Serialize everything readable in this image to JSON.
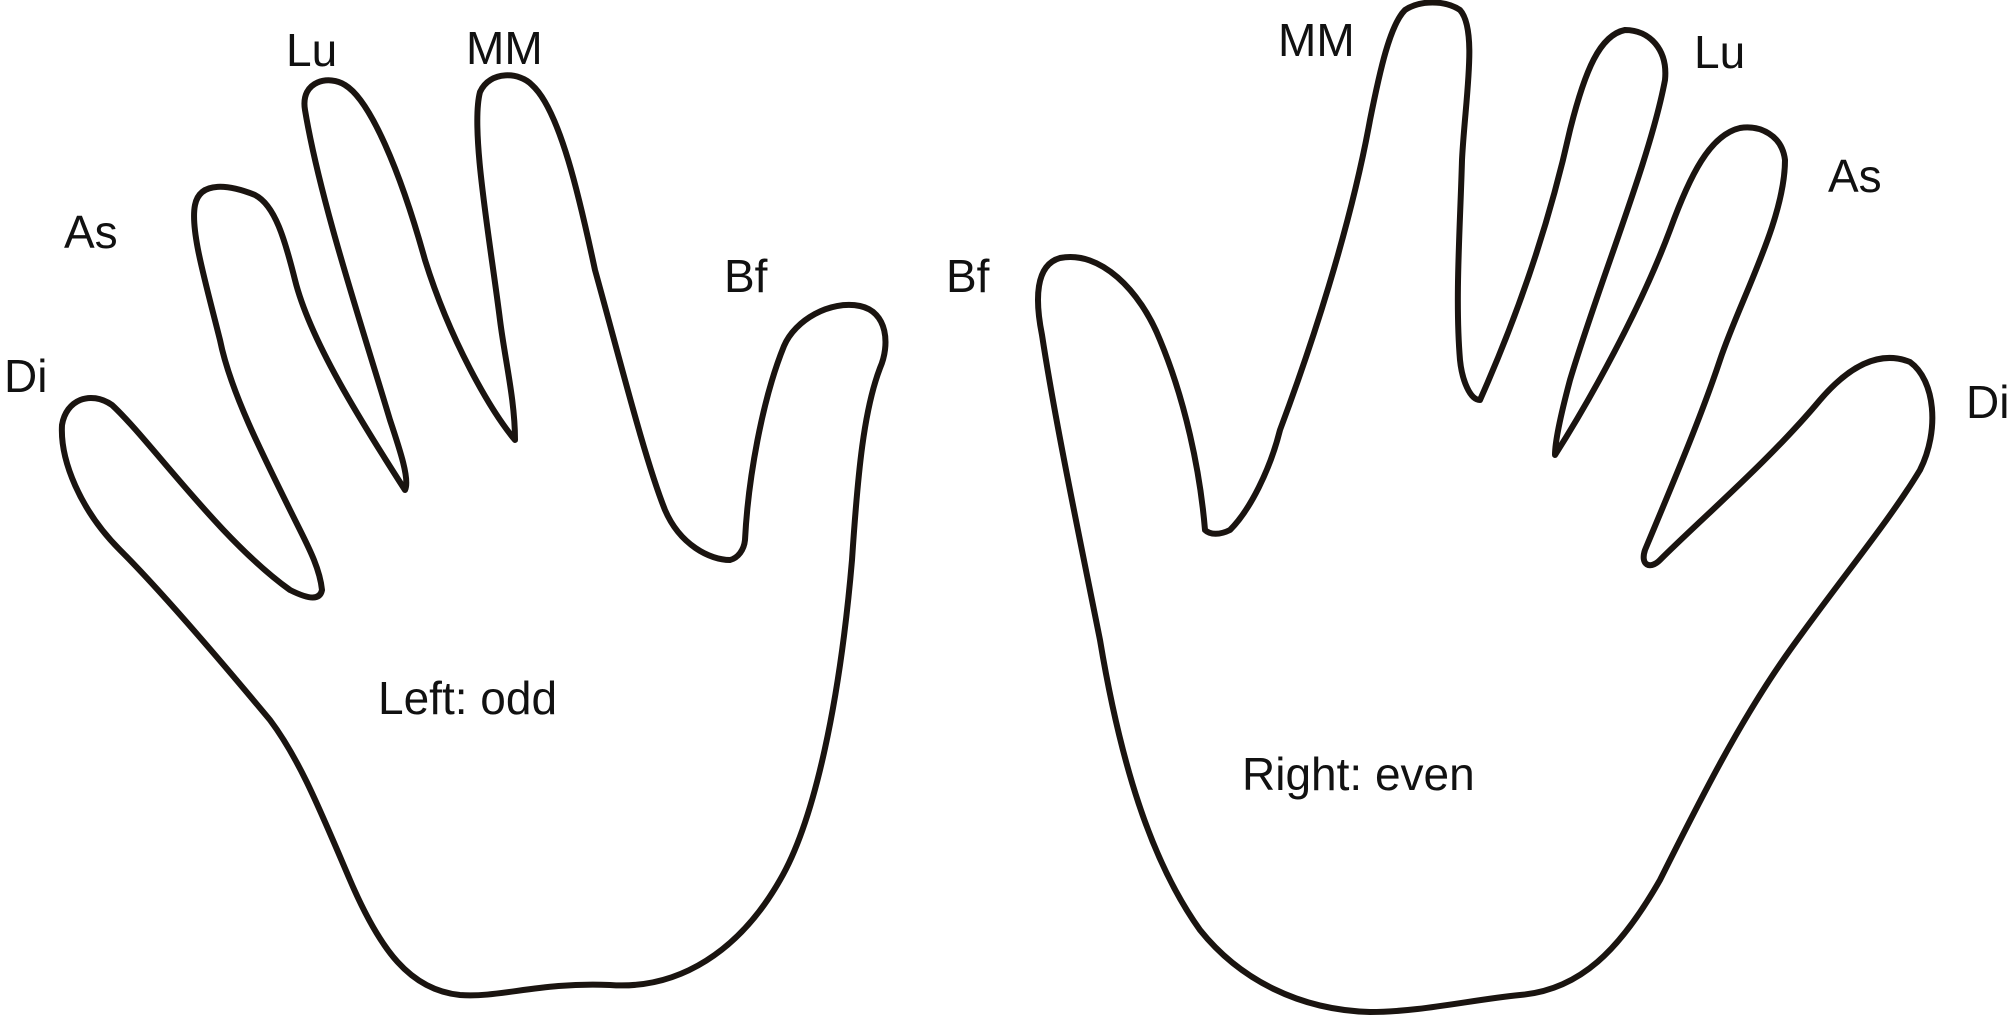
{
  "left_hand": {
    "caption": "Left: odd",
    "fingers": {
      "thumb": "Di",
      "index": "As",
      "middle": "Lu",
      "ring": "MM",
      "little": "Bf"
    }
  },
  "right_hand": {
    "caption": "Right: even",
    "fingers": {
      "thumb": "Bf",
      "index": "MM",
      "middle": "Lu",
      "ring": "As",
      "little": "Di"
    }
  }
}
